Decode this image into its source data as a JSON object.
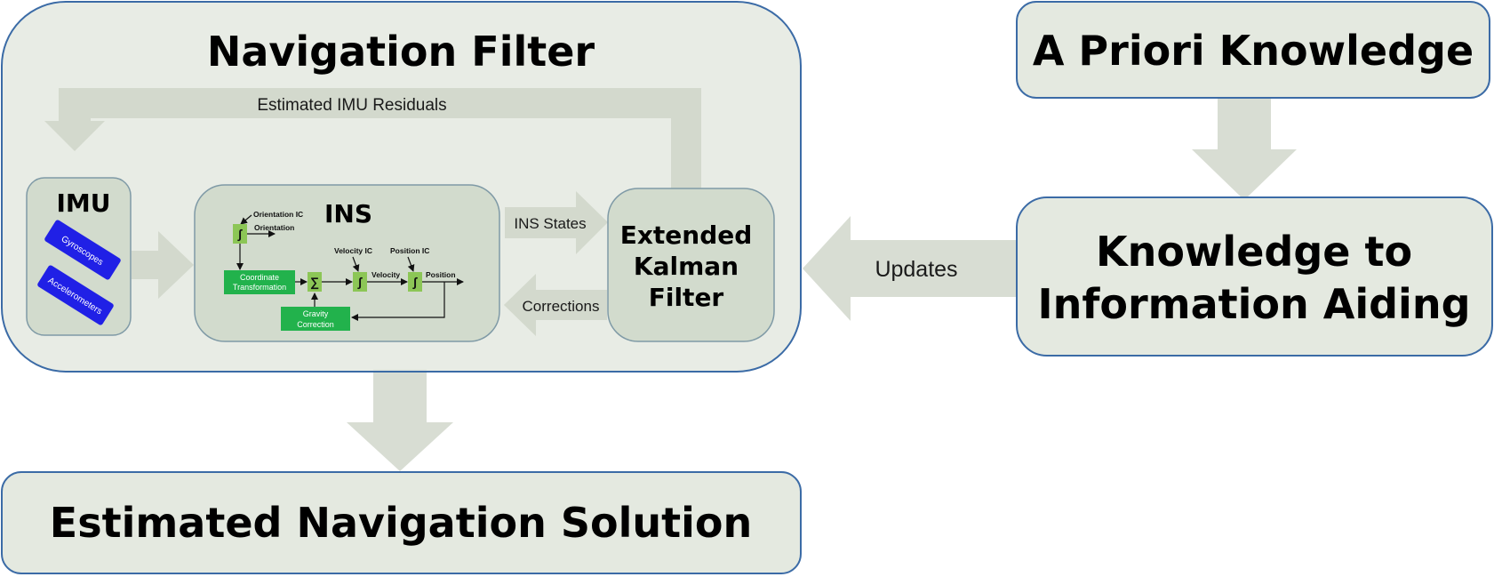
{
  "navigation_filter": {
    "title": "Navigation Filter",
    "feedback_label": "Estimated IMU Residuals"
  },
  "imu": {
    "title": "IMU",
    "sensors": [
      "Gyroscopes",
      "Accelerometers"
    ]
  },
  "ins": {
    "title": "INS",
    "orientation_ic": "Orientation IC",
    "orientation": "Orientation",
    "coordinate_transformation": [
      "Coordinate",
      "Transformation"
    ],
    "velocity_ic": "Velocity IC",
    "velocity": "Velocity",
    "position_ic": "Position IC",
    "position": "Position",
    "gravity_correction": [
      "Gravity",
      "Correction"
    ],
    "integral_symbol": "∫",
    "sum_symbol": "∑"
  },
  "ekf": {
    "title_lines": [
      "Extended",
      "Kalman",
      "Filter"
    ]
  },
  "arrows": {
    "ins_states": "INS States",
    "corrections": "Corrections",
    "updates": "Updates"
  },
  "a_priori": {
    "title": "A Priori Knowledge"
  },
  "knowledge_aiding": {
    "title_lines": [
      "Knowledge to",
      "Information Aiding"
    ]
  },
  "solution": {
    "title": "Estimated Navigation Solution"
  },
  "colors": {
    "box_fill": "#e4e9e0",
    "box_border": "#3b6ba6",
    "inner_fill": "#d2dbcd",
    "inner_border": "#7f9aa6",
    "arrow_fill": "#d8ddd3",
    "sensor_blue": "#2020e6",
    "block_green": "#22b24c",
    "integrator_green": "#8cc656"
  }
}
